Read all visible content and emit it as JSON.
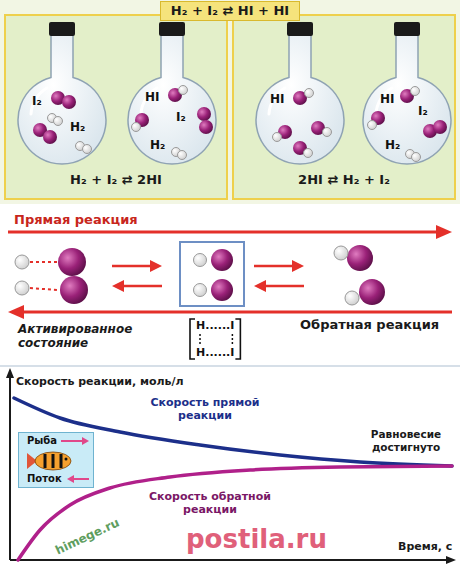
{
  "diagram": {
    "title": "H₂ + I₂ ⇄ HI + HI",
    "nodes": [
      {
        "text": [
          "H₂ + I₂ ⇄ 2HI"
        ]
      },
      {
        "text": [
          "I₂",
          "H₂"
        ],
        "in": 0
      },
      {
        "text": [
          "HI",
          "I₂",
          "H₂"
        ],
        "in": 0
      },
      {
        "text": [
          "2HI ⇄ H₂ + I₂"
        ]
      },
      {
        "text": [
          "HI"
        ],
        "in": 3
      },
      {
        "text": [
          "HI",
          "I₂",
          "H₂"
        ],
        "in": 3
      },
      {
        "text": [
          "H......I",
          "H......I"
        ]
      },
      {
        "text": [
          "Рыба",
          "Поток"
        ]
      }
    ],
    "labels": [
      "Прямая реакция",
      "Обратная реакция",
      "Активированное состояние",
      "Скорость реакции, моль/л",
      "Скорость прямой реакции",
      "Равновесие достигнуто",
      "Скорость обратной реакции",
      "Время, с",
      "himege.ru",
      "postila.ru"
    ]
  }
}
